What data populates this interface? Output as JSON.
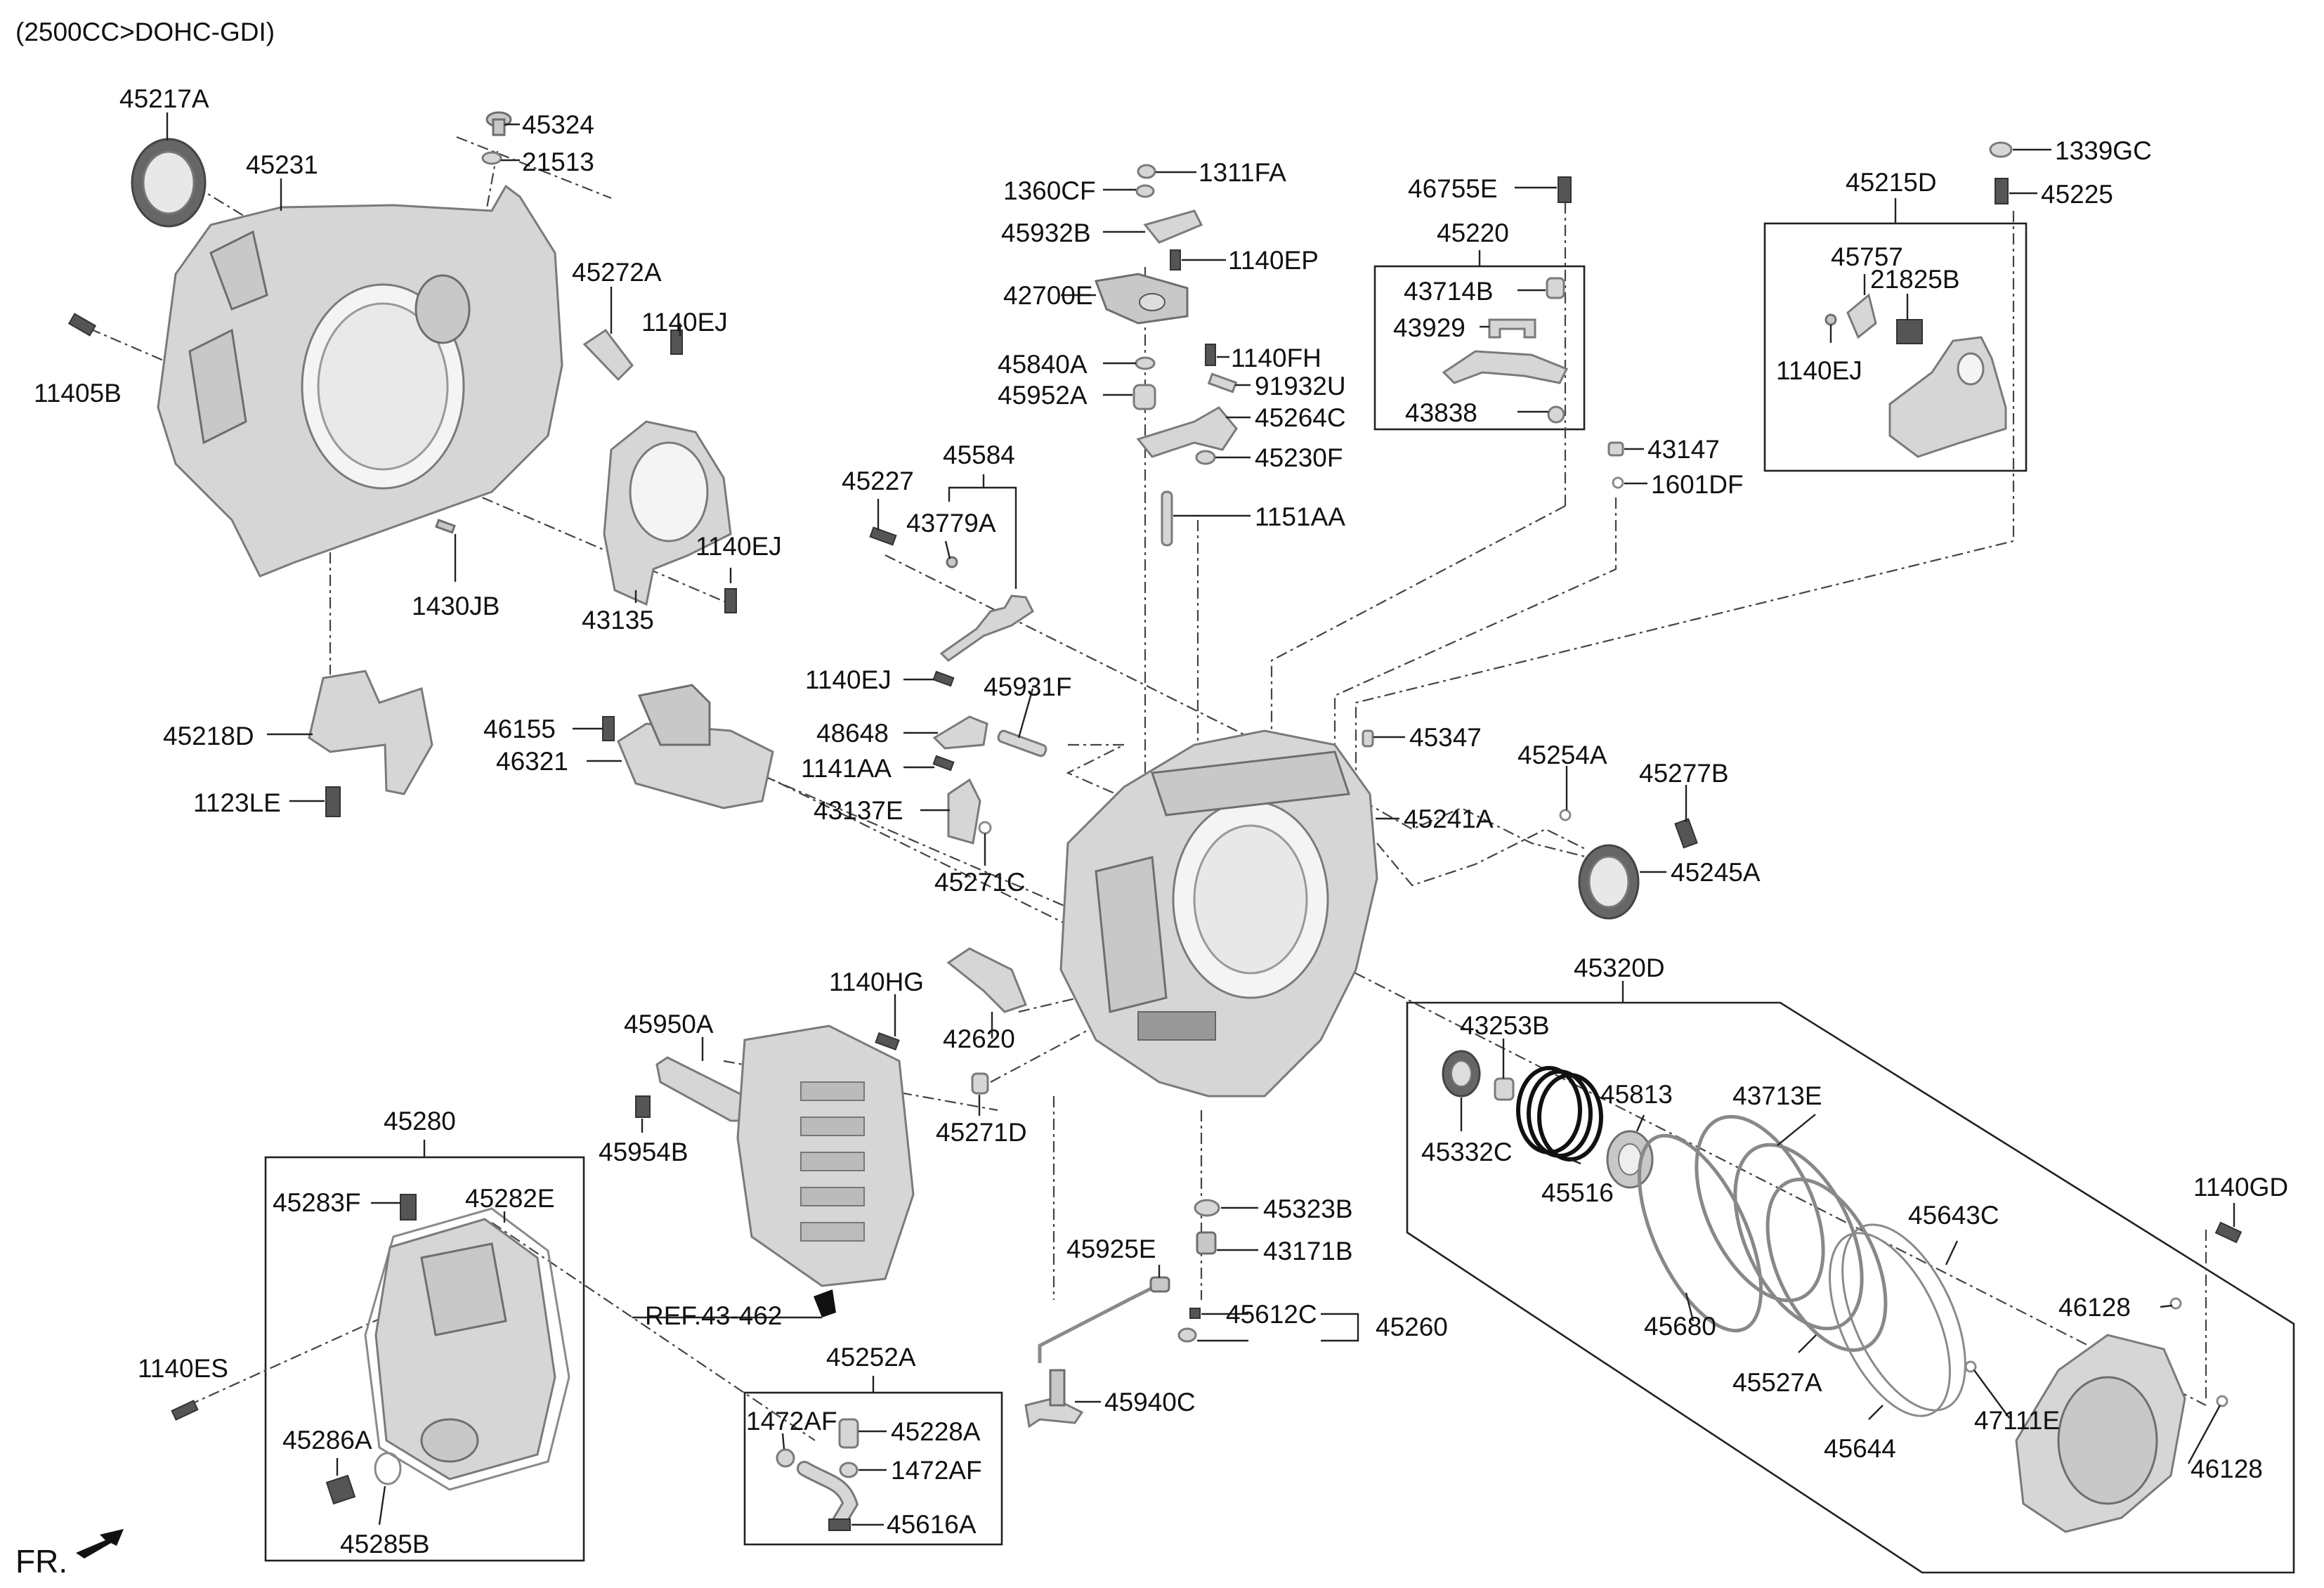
{
  "header": {
    "engine": "(2500CC>DOHC-GDI)"
  },
  "footer": {
    "direction": "FR."
  },
  "ref": "REF.43-462",
  "labels": {
    "p45217A": "45217A",
    "p45324": "45324",
    "p21513": "21513",
    "p45231": "45231",
    "p45272A": "45272A",
    "p1140EJ_a": "1140EJ",
    "p11405B": "11405B",
    "p1140EJ_b": "1140EJ",
    "p1430JB": "1430JB",
    "p43135": "43135",
    "p45218D": "45218D",
    "p1123LE": "1123LE",
    "p1360CF": "1360CF",
    "p1311FA": "1311FA",
    "p45932B": "45932B",
    "p42700E": "42700E",
    "p1140EP": "1140EP",
    "p45840A": "45840A",
    "p1140FH": "1140FH",
    "p45952A": "45952A",
    "p91932U": "91932U",
    "p45264C": "45264C",
    "p45230F": "45230F",
    "p45584": "45584",
    "p45227": "45227",
    "p43779A": "43779A",
    "p1151AA": "1151AA",
    "p46755E": "46755E",
    "p45220": "45220",
    "p43714B": "43714B",
    "p43929": "43929",
    "p43838": "43838",
    "p1339GC": "1339GC",
    "p45215D": "45215D",
    "p45225": "45225",
    "p45757": "45757",
    "p21825B": "21825B",
    "p1140EJ_c": "1140EJ",
    "p43147": "43147",
    "p1601DF": "1601DF",
    "p1140EJ_d": "1140EJ",
    "p45931F": "45931F",
    "p48648": "48648",
    "p1141AA": "1141AA",
    "p43137E": "43137E",
    "p45271C": "45271C",
    "p46155": "46155",
    "p46321": "46321",
    "p45347": "45347",
    "p45254A": "45254A",
    "p45277B": "45277B",
    "p45241A": "45241A",
    "p45245A": "45245A",
    "p45320D": "45320D",
    "p1140HG": "1140HG",
    "p42620": "42620",
    "p45950A": "45950A",
    "p45954B": "45954B",
    "p45271D": "45271D",
    "p43253B": "43253B",
    "p45813": "45813",
    "p43713E": "43713E",
    "p45332C": "45332C",
    "p45516": "45516",
    "p45280": "45280",
    "p45283F": "45283F",
    "p45282E": "45282E",
    "p1140ES": "1140ES",
    "p45286A": "45286A",
    "p45285B": "45285B",
    "p45323B": "45323B",
    "p43171B": "43171B",
    "p45925E": "45925E",
    "p45612C": "45612C",
    "p45260": "45260",
    "p45252A": "45252A",
    "p1472AF_a": "1472AF",
    "p45228A": "45228A",
    "p1472AF_b": "1472AF",
    "p45616A": "45616A",
    "p45940C": "45940C",
    "p45643C": "45643C",
    "p1140GD": "1140GD",
    "p45680": "45680",
    "p45527A": "45527A",
    "p45644": "45644",
    "p47111E": "47111E",
    "p46128_a": "46128",
    "p46128_b": "46128"
  }
}
